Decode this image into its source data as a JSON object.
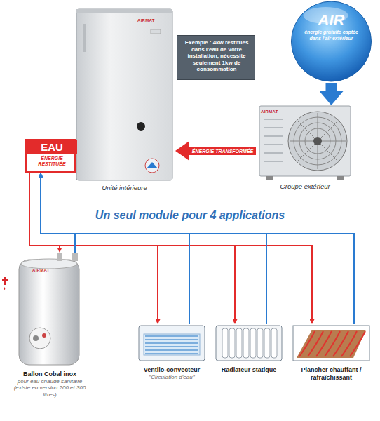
{
  "diagram": {
    "title": "Un seul module pour 4 applications",
    "nodes": [
      {
        "text": [
          "Unité intérieure"
        ]
      },
      {
        "text": [
          "Exemple : 4kw restitués dans l'eau de votre installation, nécessite seulement 1kw de consommation"
        ]
      },
      {
        "text": [
          "AIR",
          "énergie gratuite captée dans l'air extérieur"
        ]
      },
      {
        "text": [
          "Groupe extérieur"
        ]
      },
      {
        "text": [
          "EAU",
          "ÉNERGIE RESTITUÉE"
        ]
      },
      {
        "text": [
          "Ballon Cobal inox",
          "pour eau chaude sanitaire (existe en version 200 et 300 litres)"
        ]
      },
      {
        "text": [
          "Ventilo-convecteur",
          "\"Circulation d'eau\""
        ]
      },
      {
        "text": [
          "Radiateur statique"
        ]
      },
      {
        "text": [
          "Plancher chauffant / rafraîchissant"
        ]
      }
    ],
    "edges": [
      {
        "from": 2,
        "to": 3,
        "arrow": "to"
      },
      {
        "from": 3,
        "to": 0,
        "label": "ÉNERGIE TRANSFORMÉE",
        "arrow": "to"
      },
      {
        "from": 4,
        "to": 5,
        "arrow": "to"
      },
      {
        "from": 4,
        "to": 6,
        "arrow": "to"
      },
      {
        "from": 4,
        "to": 7,
        "arrow": "to"
      },
      {
        "from": 4,
        "to": 8,
        "arrow": "to"
      },
      {
        "from": 5,
        "to": 4,
        "arrow": "to"
      },
      {
        "from": 6,
        "to": 4,
        "arrow": "to"
      },
      {
        "from": 7,
        "to": 4,
        "arrow": "to"
      },
      {
        "from": 8,
        "to": 4,
        "arrow": "to"
      }
    ],
    "labels": [
      "AIRMAT",
      "AIRMAT",
      "AIRMAT"
    ]
  }
}
